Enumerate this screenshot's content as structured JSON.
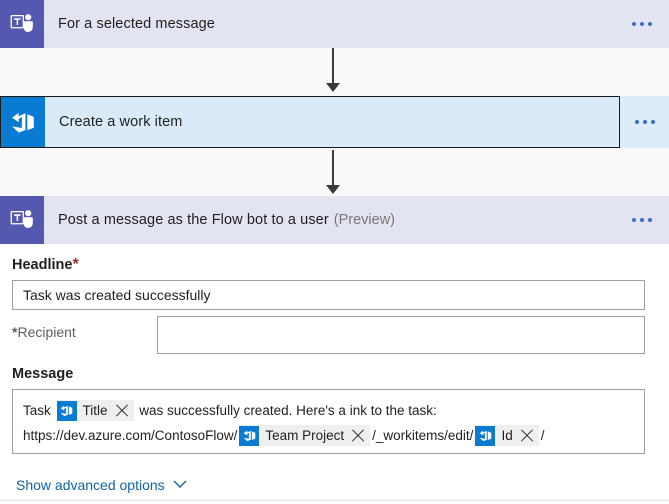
{
  "flow": {
    "steps": [
      {
        "id": "trigger",
        "connector": "teams",
        "icon_name": "microsoft-teams-icon",
        "title": "For a selected message",
        "suffix": "",
        "selected": false,
        "menu_label": "More commands"
      },
      {
        "id": "create-work-item",
        "connector": "azure-devops",
        "icon_name": "azure-devops-icon",
        "title": "Create a work item",
        "suffix": "",
        "selected": true,
        "menu_label": "More commands"
      },
      {
        "id": "post-message",
        "connector": "teams",
        "icon_name": "microsoft-teams-icon",
        "title": "Post a message as the Flow bot to a user",
        "suffix": "(Preview)",
        "selected": false,
        "menu_label": "More commands"
      }
    ]
  },
  "form": {
    "headline": {
      "label": "Headline",
      "required_marker": "*",
      "value": "Task was created successfully",
      "placeholder": ""
    },
    "recipient": {
      "label": "Recipient",
      "required_marker": "*",
      "value": "",
      "placeholder": ""
    },
    "message": {
      "label": "Message",
      "lines": [
        {
          "parts": [
            {
              "type": "text",
              "value": "Task "
            },
            {
              "type": "token",
              "label": "Title",
              "icon_name": "azure-devops-icon",
              "remove_label": "Remove Title token"
            },
            {
              "type": "text",
              "value": " was successfully created. Here's a ink to the task:"
            }
          ]
        },
        {
          "parts": [
            {
              "type": "text",
              "value": "https://dev.azure.com/ContosoFlow/"
            },
            {
              "type": "token",
              "label": "Team Project",
              "icon_name": "azure-devops-icon",
              "remove_label": "Remove Team Project token"
            },
            {
              "type": "text",
              "value": "/_workitems/edit/"
            },
            {
              "type": "token",
              "label": "Id",
              "icon_name": "azure-devops-icon",
              "remove_label": "Remove Id token"
            },
            {
              "type": "text",
              "value": "/"
            }
          ]
        }
      ]
    },
    "advanced_options": {
      "label": "Show advanced options",
      "chevron_icon": "chevron-down-icon"
    }
  },
  "colors": {
    "teams_purple": "#5558af",
    "teams_header_bg": "#e3e4f1",
    "azure_blue": "#0a7bd3",
    "selected_card_bg": "#dbeaf8",
    "selected_card_border": "#1b1a19",
    "canvas_bg": "#f9f9f9",
    "link_blue": "#1264a3",
    "required_red": "#a4262c",
    "menu_dot_blue": "#3b6ec4"
  }
}
